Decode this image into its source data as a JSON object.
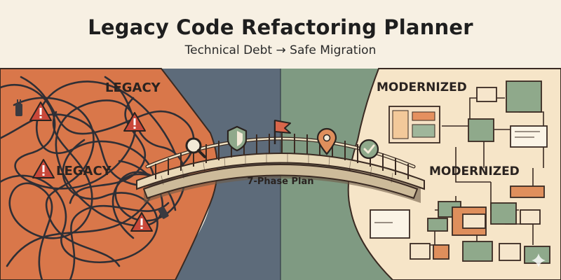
{
  "header": {
    "title": "Legacy Code Refactoring Planner",
    "subtitle": "Technical Debt → Safe Migration"
  },
  "left_panel": {
    "label_top": "LEGACY",
    "label_badge": "LEGACY"
  },
  "bridge": {
    "label": "7-Phase Plan",
    "icons": [
      "magnifier-icon",
      "shield-icon",
      "flag-icon",
      "location-pin-icon",
      "checkmark-icon"
    ]
  },
  "right_panel": {
    "label_top": "MODERNIZED",
    "label_middle": "MODERNIZED"
  },
  "colors": {
    "legacy_orange": "#d9774a",
    "river_blue": "#5d6b7a",
    "river_green": "#7f9a82",
    "module_green": "#8fa98b",
    "module_orange": "#df8f5c",
    "cream": "#f7f0e3",
    "warning_red": "#c9483a"
  }
}
